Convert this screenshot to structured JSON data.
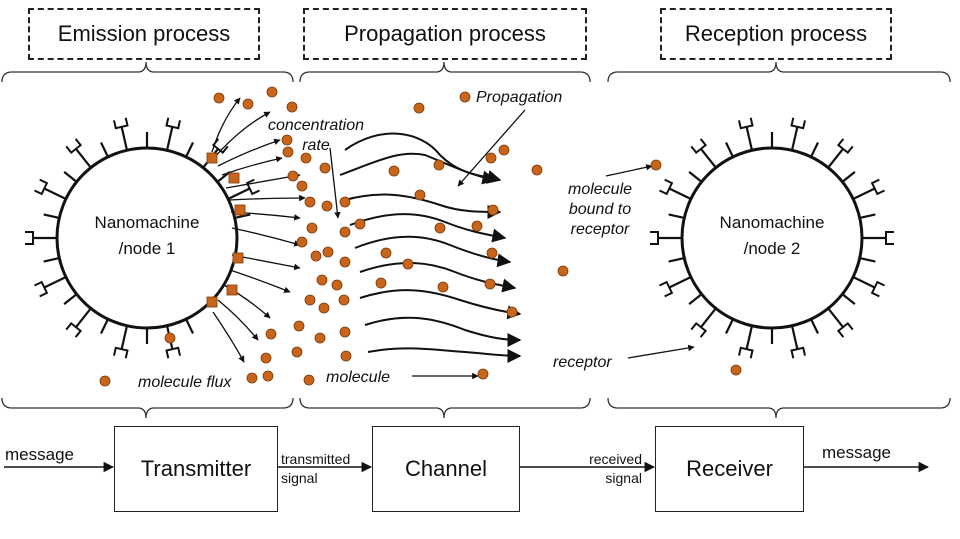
{
  "stages": {
    "emission": "Emission process",
    "propagation": "Propagation process",
    "reception": "Reception process"
  },
  "nodes": {
    "node1_line1": "Nanomachine",
    "node1_line2": "/node 1",
    "node2_line1": "Nanomachine",
    "node2_line2": "/node 2"
  },
  "annotations": {
    "concentration_line1": "concentration",
    "concentration_line2": "rate",
    "propagation": "Propagation",
    "molecule_bound_line1": "molecule",
    "molecule_bound_line2": "bound to",
    "molecule_bound_line3": "receptor",
    "receptor": "receptor",
    "molecule": "molecule",
    "molecule_flux": "molecule flux"
  },
  "blocks": {
    "transmitter": "Transmitter",
    "channel": "Channel",
    "receiver": "Receiver"
  },
  "signals": {
    "message_in": "message",
    "transmitted_line1": "transmitted",
    "transmitted_line2": "signal",
    "received_line1": "received",
    "received_line2": "signal",
    "message_out": "message"
  },
  "colors": {
    "molecule_fill": "#c8651b",
    "molecule_stroke": "#7a3a0a",
    "line": "#111111"
  }
}
